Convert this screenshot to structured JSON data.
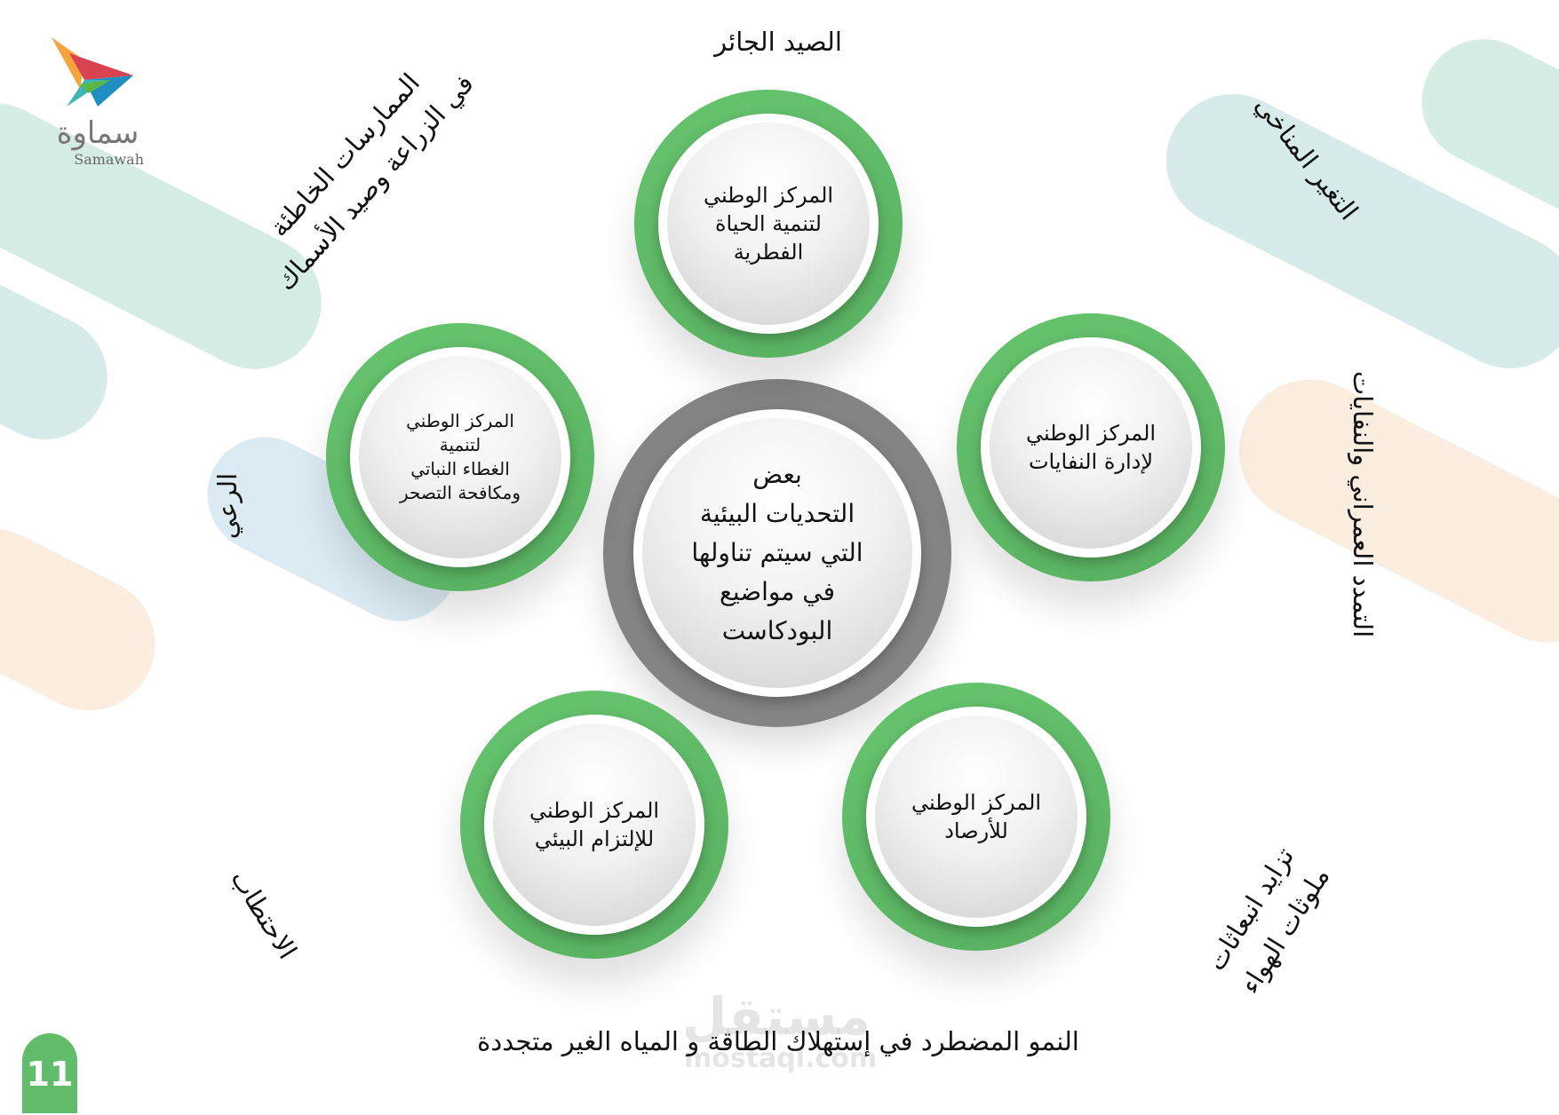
{
  "brand": {
    "name_ar": "سماوة",
    "name_en": "Samawah"
  },
  "center": {
    "text": "بعض\nالتحديات البيئية\nالتي سيتم تناولها\nفي مواضيع\nالبودكاست"
  },
  "centers": [
    {
      "text": "المركز الوطني\nلتنمية الحياة\nالفطرية"
    },
    {
      "text": "المركز الوطني\nلتنمية\nالغطاء النباتي\nومكافحة التصحر"
    },
    {
      "text": "المركز الوطني\nلإدارة النفايات"
    },
    {
      "text": "المركز الوطني\nللإلتزام البيئي"
    },
    {
      "text": "المركز الوطني\nللأرصاد"
    }
  ],
  "challenges": {
    "overfishing": "الصيد الجائر",
    "bad_practices": "الممارسات الخاطئة\nفي الزراعة وصيد الأسماك",
    "climate_change": "التغير المناخي",
    "urban_sprawl": "التمدد العمراني والنفايات",
    "grazing": "الرعي",
    "logging": "الاحتطاب",
    "air_pollution": "تزايد انبعاثات\nملوثات الهواء",
    "consumption": "النمو المضطرد في إستهلاك الطاقة و المياه الغير متجددة"
  },
  "watermark": {
    "ar": "مستقل",
    "en": "mostaql.com"
  },
  "page_number": "11",
  "colors": {
    "green": "#62bd6a",
    "gray": "#848484",
    "mint": "#d6ede4",
    "sky": "#dcebf3",
    "peach": "#fbeee0"
  }
}
